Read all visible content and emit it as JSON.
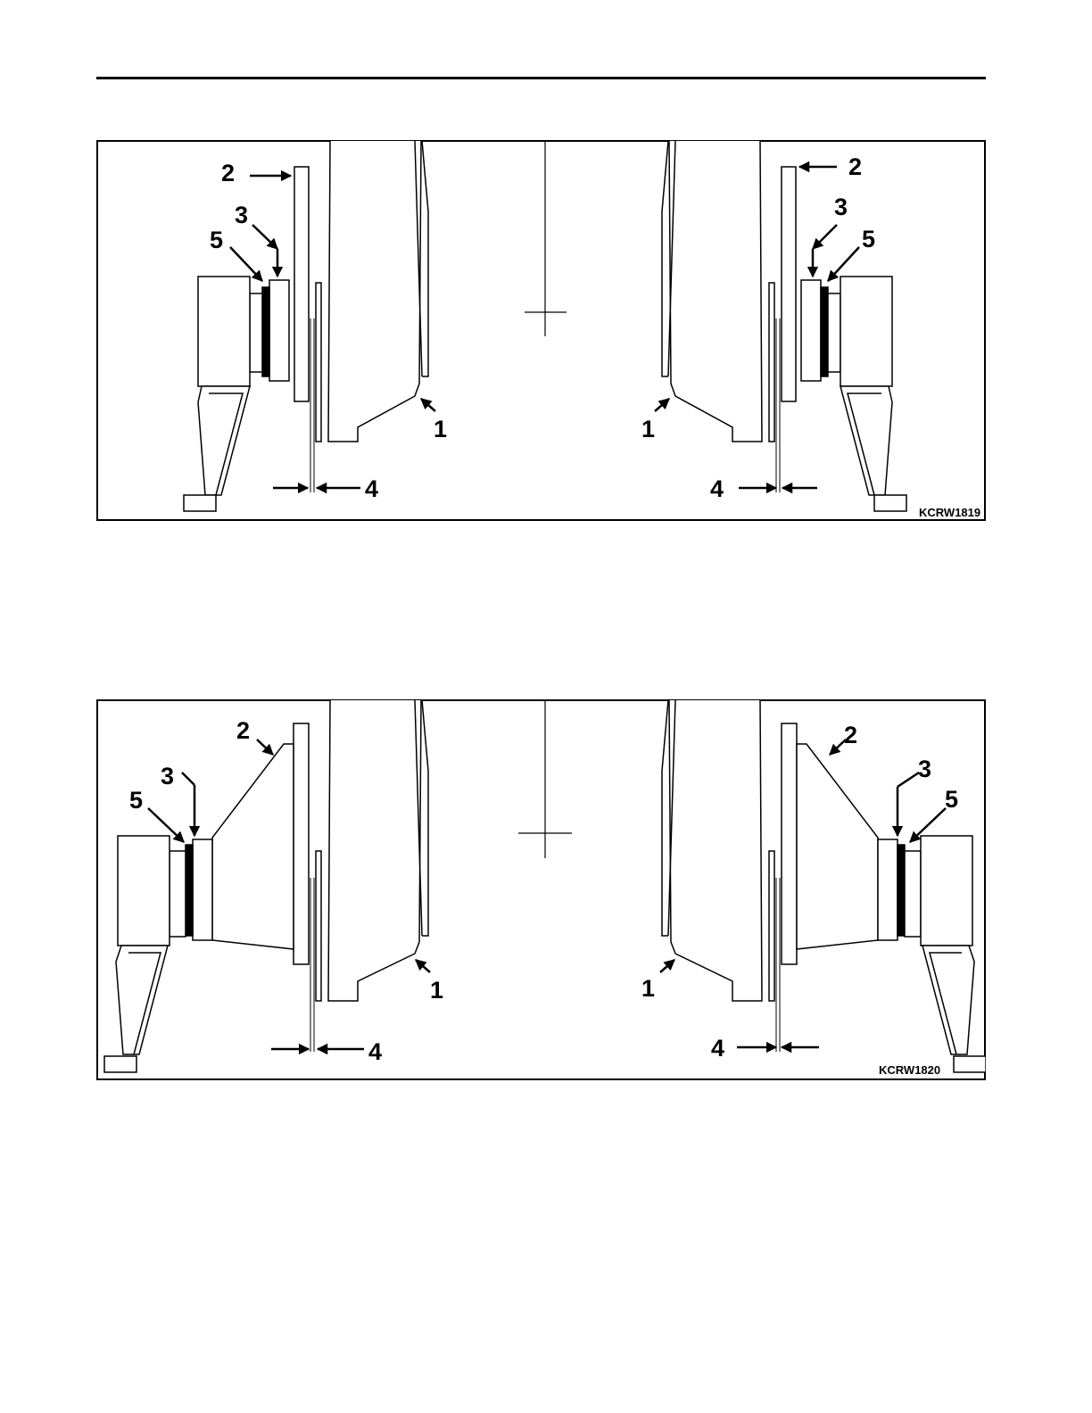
{
  "figures": [
    {
      "code": "KCRW1819",
      "callouts": {
        "wheel": "1",
        "brake_disc": "2",
        "component_3": "3",
        "gap": "4",
        "component_5": "5"
      }
    },
    {
      "code": "KCRW1820",
      "callouts": {
        "wheel": "1",
        "brake_disc": "2",
        "component_3": "3",
        "gap": "4",
        "component_5": "5"
      }
    }
  ]
}
